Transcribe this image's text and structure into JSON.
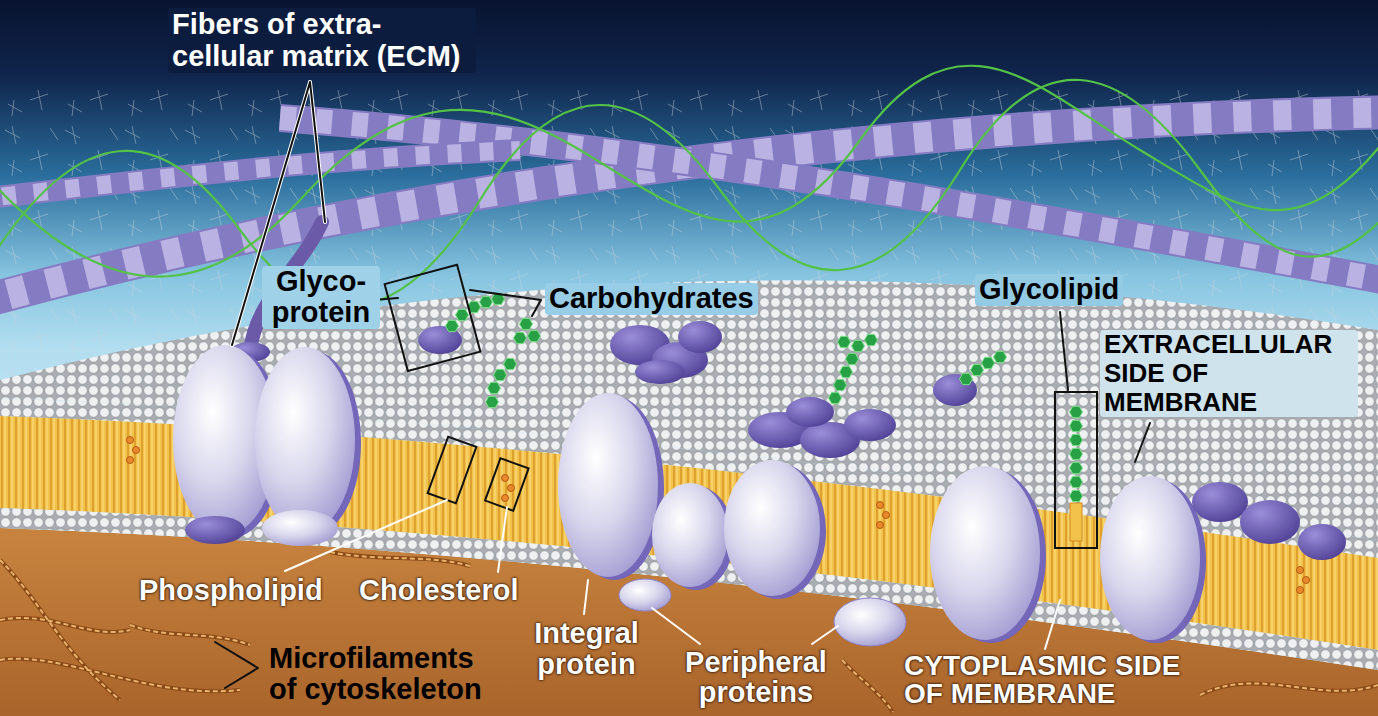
{
  "diagram": {
    "labels": [
      "Fibers of extra- cellular matrix (ECM)",
      "Glyco- protein",
      "Carbohydrates",
      "Glycolipid",
      "EXTRACELLULAR SIDE OF MEMBRANE",
      "Phospholipid",
      "Cholesterol",
      "Integral protein",
      "Peripheral proteins",
      "CYTOPLASMIC SIDE OF MEMBRANE",
      "Microfilaments of cytoskeleton"
    ]
  }
}
